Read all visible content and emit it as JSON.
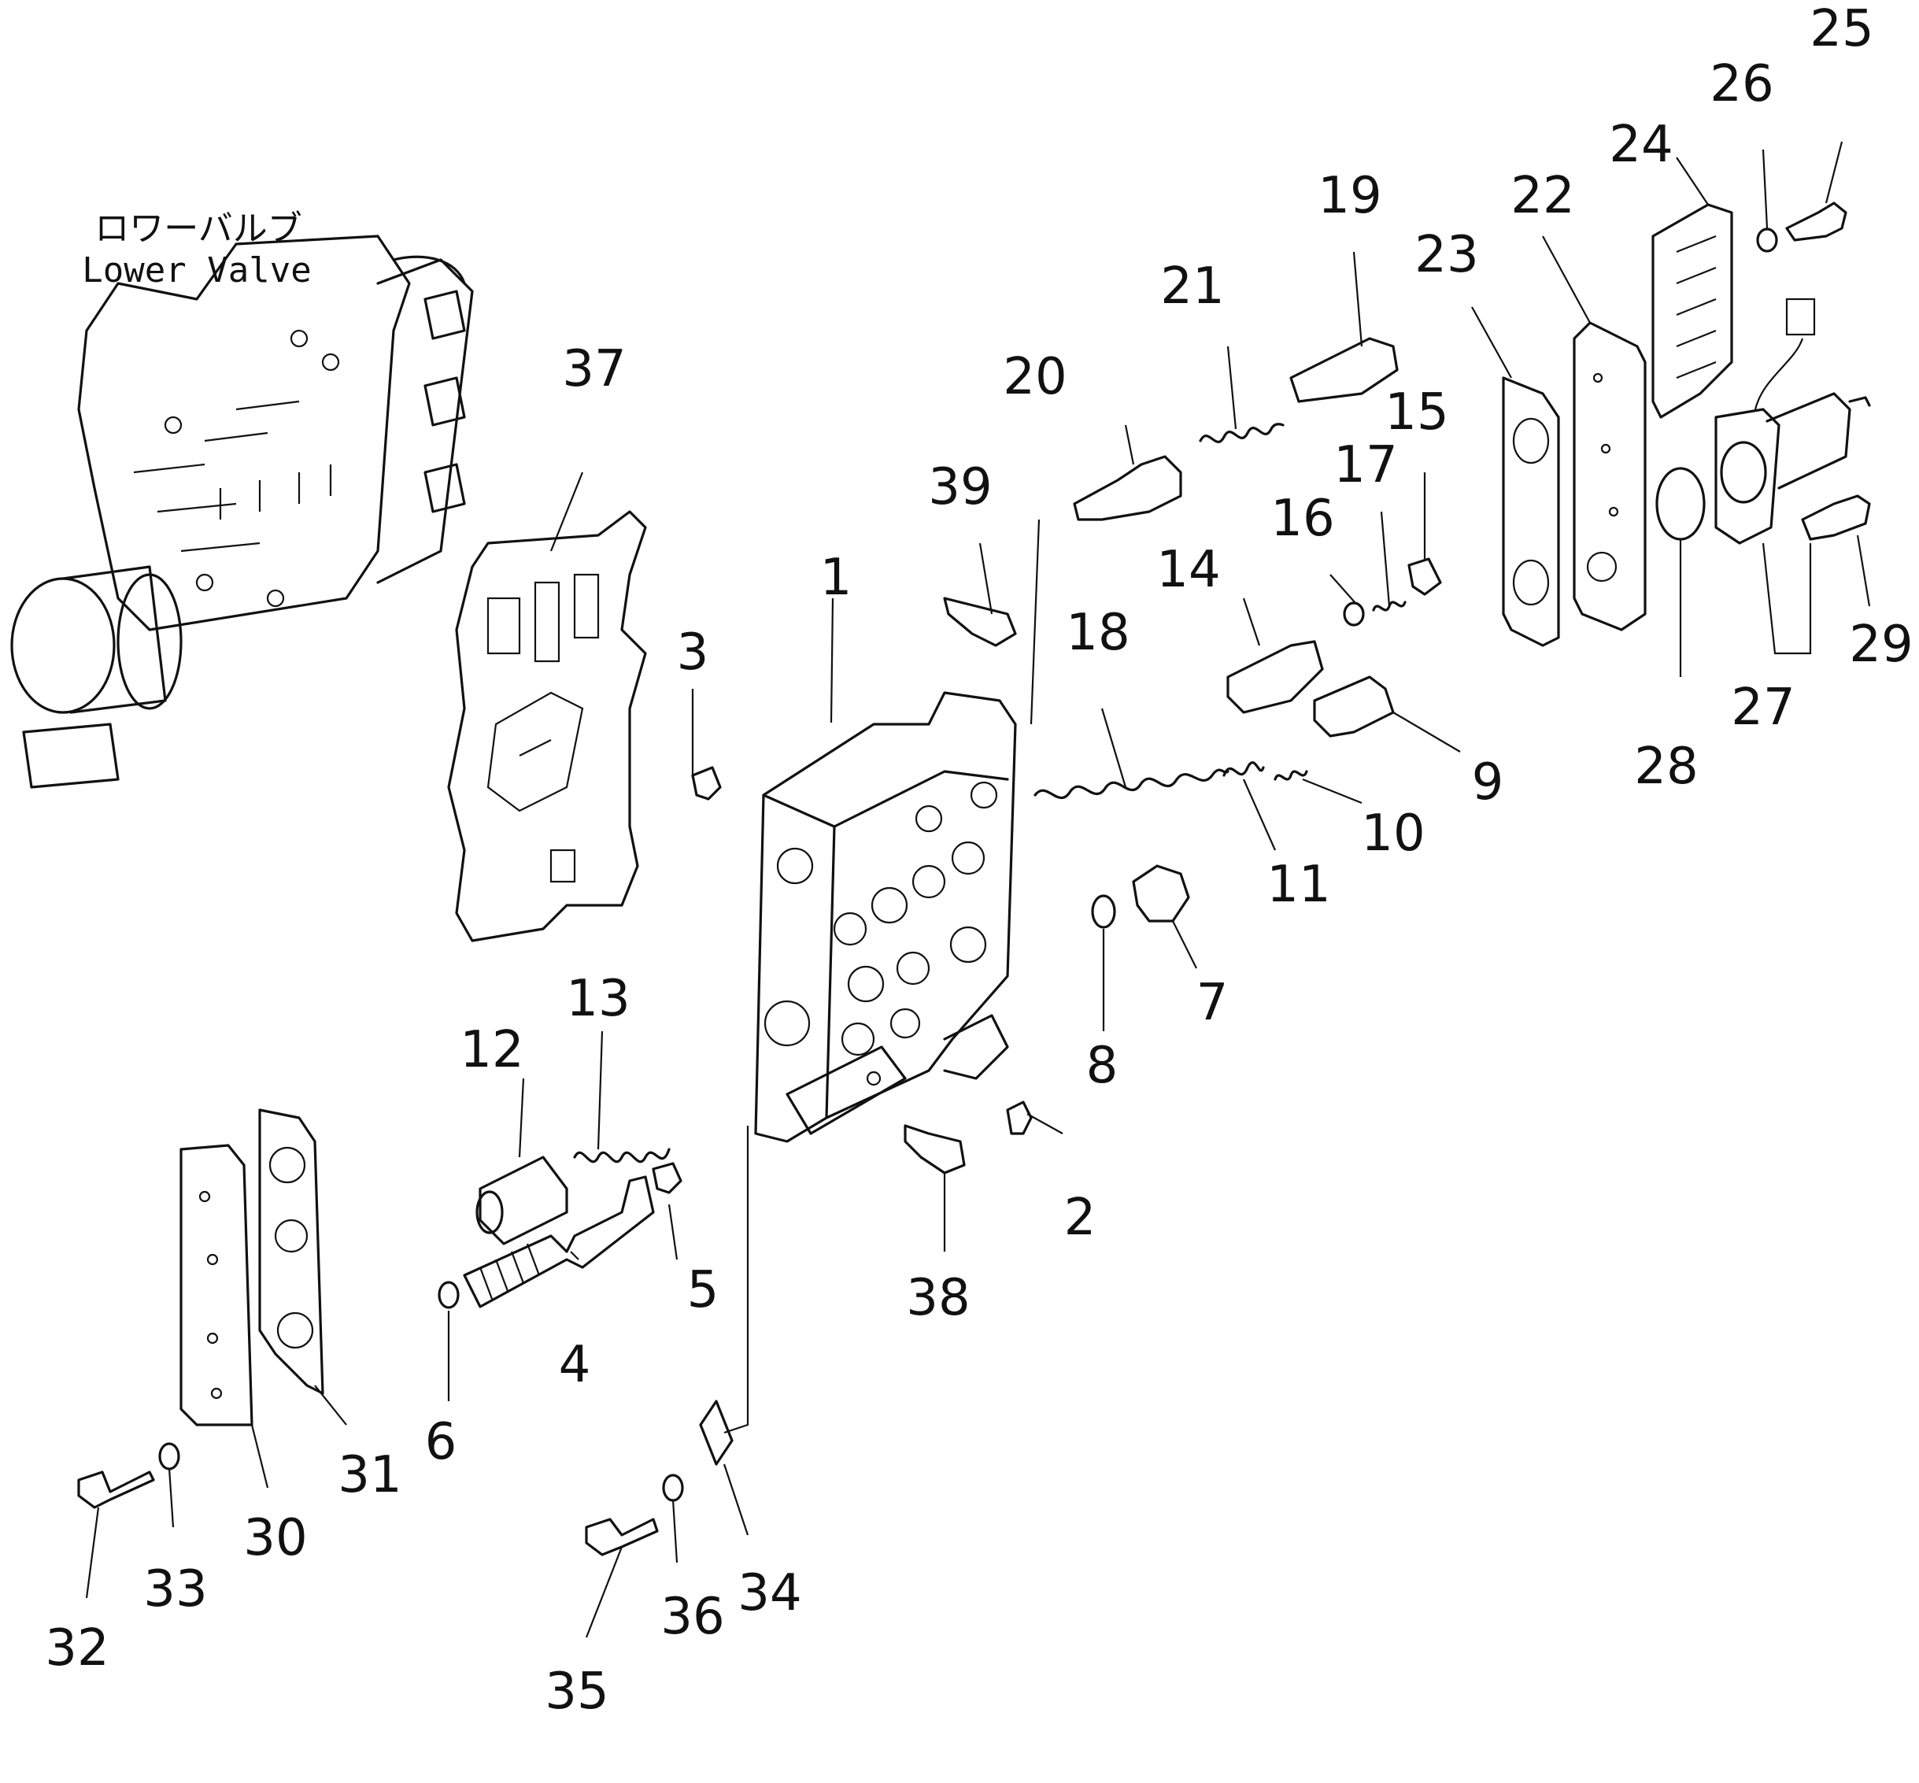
{
  "caption": {
    "japanese": "ロワーバルブ",
    "english": "Lower Valve"
  },
  "part_numbers": [
    "1",
    "2",
    "3",
    "4",
    "5",
    "6",
    "7",
    "8",
    "9",
    "10",
    "11",
    "12",
    "13",
    "14",
    "15",
    "16",
    "17",
    "18",
    "19",
    "20",
    "21",
    "22",
    "23",
    "24",
    "25",
    "26",
    "27",
    "28",
    "29",
    "30",
    "31",
    "32",
    "33",
    "34",
    "35",
    "36",
    "37",
    "38",
    "39"
  ]
}
